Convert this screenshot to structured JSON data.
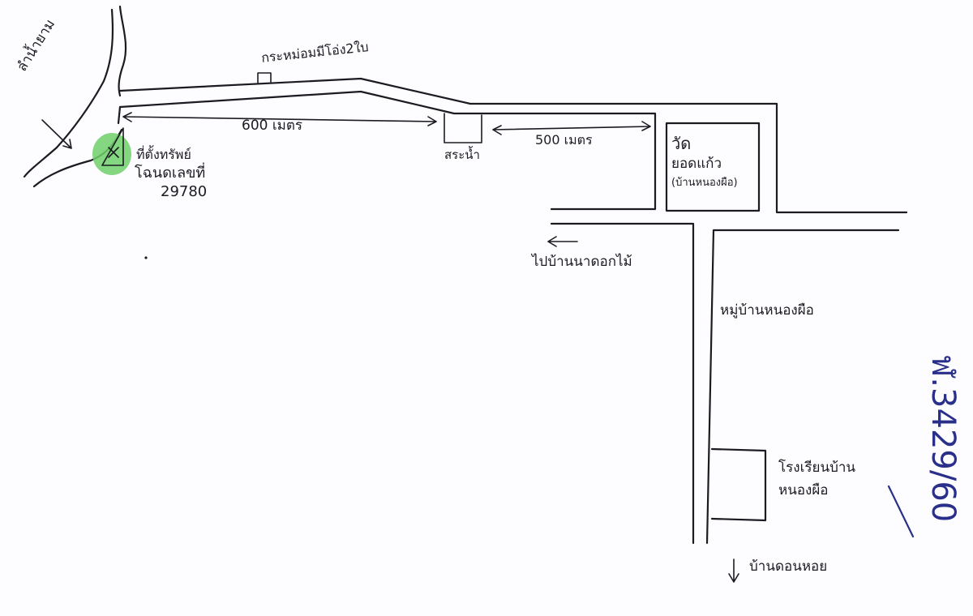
{
  "labels": {
    "river": "ลำน้ำยาม",
    "shrine_note": "กระหม่อมมีโอ่ง2ใบ",
    "distance_west": "600 เมตร",
    "distance_east": "500 เมตร",
    "site_line1": "ที่ตั้งทรัพย์",
    "site_line2": "โฉนดเลขที่",
    "site_line3": "29780",
    "pool": "สระน้ำ",
    "temple_line1": "วัด",
    "temple_line2": "ยอดแก้ว",
    "temple_line3": "(บ้านหนองผือ)",
    "to_village_west": "ไปบ้านนาดอกไม้",
    "village": "หมู่บ้านหนองผือ",
    "school_line1": "โรงเรียนบ้าน",
    "school_line2": "หนองผือ",
    "to_village_south": "บ้านดอนหอย",
    "case_number": "ฬ.3429/60"
  },
  "colors": {
    "ink": "#1b1b22",
    "case_ink": "#2a2f8a",
    "site_marker": "#6fcf6a"
  }
}
